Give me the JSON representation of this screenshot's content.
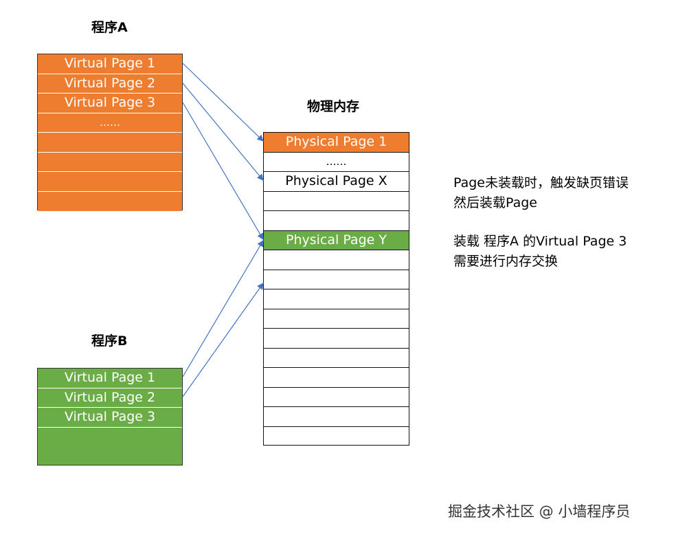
{
  "program_a": {
    "title": "程序A",
    "pages": [
      "Virtual Page 1",
      "Virtual Page 2",
      "Virtual Page 3",
      "……",
      "",
      "",
      "",
      ""
    ]
  },
  "program_b": {
    "title": "程序B",
    "pages": [
      "Virtual Page 1",
      "Virtual Page 2",
      "Virtual Page 3"
    ]
  },
  "memory": {
    "title": "物理内存",
    "pages": [
      "Physical Page 1",
      "……",
      "Physical Page X",
      "",
      "",
      "Physical Page Y",
      "",
      "",
      "",
      "",
      "",
      "",
      "",
      "",
      "",
      ""
    ]
  },
  "notes": {
    "fault": "Page未装载时，触发缺页错误\n然后装载Page",
    "swap": "装载 程序A 的Virtual Page 3\n需要进行内存交换"
  },
  "watermark": "掘金技术社区 @ 小墙程序员",
  "colors": {
    "program_a": "#ef7d30",
    "program_b": "#6aac46",
    "arrow": "#4472c4"
  }
}
